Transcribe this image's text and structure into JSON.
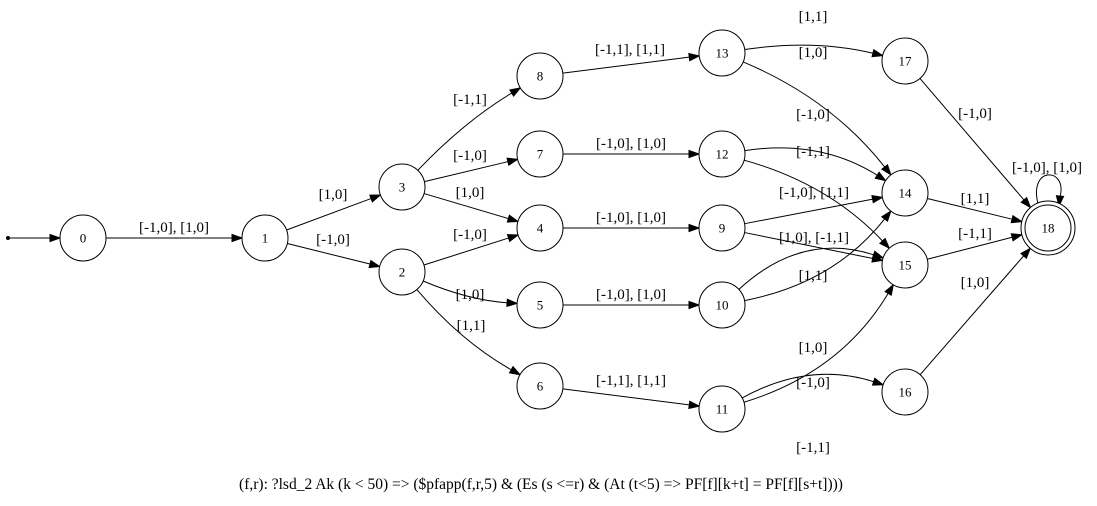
{
  "nodes": [
    {
      "id": "0",
      "label": "0"
    },
    {
      "id": "1",
      "label": "1"
    },
    {
      "id": "2",
      "label": "2"
    },
    {
      "id": "3",
      "label": "3"
    },
    {
      "id": "4",
      "label": "4"
    },
    {
      "id": "5",
      "label": "5"
    },
    {
      "id": "6",
      "label": "6"
    },
    {
      "id": "7",
      "label": "7"
    },
    {
      "id": "8",
      "label": "8"
    },
    {
      "id": "9",
      "label": "9"
    },
    {
      "id": "10",
      "label": "10"
    },
    {
      "id": "11",
      "label": "11"
    },
    {
      "id": "12",
      "label": "12"
    },
    {
      "id": "13",
      "label": "13"
    },
    {
      "id": "14",
      "label": "14"
    },
    {
      "id": "15",
      "label": "15"
    },
    {
      "id": "16",
      "label": "16"
    },
    {
      "id": "17",
      "label": "17"
    },
    {
      "id": "18",
      "label": "18",
      "accepting": true
    }
  ],
  "start_state": "0",
  "edges": [
    {
      "from": "0",
      "to": "1",
      "label": "[-1,0], [1,0]"
    },
    {
      "from": "1",
      "to": "3",
      "label": "[1,0]"
    },
    {
      "from": "1",
      "to": "2",
      "label": "[-1,0]"
    },
    {
      "from": "3",
      "to": "8",
      "label": "[-1,1]"
    },
    {
      "from": "3",
      "to": "7",
      "label": "[-1,0]"
    },
    {
      "from": "3",
      "to": "4",
      "label": "[1,0]"
    },
    {
      "from": "2",
      "to": "4",
      "label": "[-1,0]"
    },
    {
      "from": "2",
      "to": "5",
      "label": "[1,0]"
    },
    {
      "from": "2",
      "to": "6",
      "label": "[1,1]"
    },
    {
      "from": "8",
      "to": "13",
      "label": "[-1,1], [1,1]"
    },
    {
      "from": "7",
      "to": "12",
      "label": "[-1,0], [1,0]"
    },
    {
      "from": "4",
      "to": "9",
      "label": "[-1,0], [1,0]"
    },
    {
      "from": "5",
      "to": "10",
      "label": "[-1,0], [1,0]"
    },
    {
      "from": "6",
      "to": "11",
      "label": "[-1,1], [1,1]"
    },
    {
      "from": "13",
      "to": "17",
      "label": "[1,1]"
    },
    {
      "from": "13",
      "to": "14",
      "label": "[1,0]"
    },
    {
      "from": "12",
      "to": "14",
      "label": "[-1,0]"
    },
    {
      "from": "12",
      "to": "15",
      "label": "[-1,1]"
    },
    {
      "from": "9",
      "to": "14",
      "label": "[-1,0], [1,1]"
    },
    {
      "from": "9",
      "to": "15",
      "label": "[1,0], [-1,1]"
    },
    {
      "from": "10",
      "to": "14",
      "label": "[1,1]"
    },
    {
      "from": "10",
      "to": "15",
      "label": "[1,0]"
    },
    {
      "from": "11",
      "to": "15",
      "label": "[-1,0]"
    },
    {
      "from": "11",
      "to": "16",
      "label": "[-1,1]"
    },
    {
      "from": "17",
      "to": "18",
      "label": "[-1,0]"
    },
    {
      "from": "14",
      "to": "18",
      "label": "[1,1]"
    },
    {
      "from": "15",
      "to": "18",
      "label": "[-1,1]"
    },
    {
      "from": "16",
      "to": "18",
      "label": "[1,0]"
    },
    {
      "from": "18",
      "to": "18",
      "label": "[-1,0], [1,0]"
    }
  ],
  "caption": "(f,r): ?lsd_2 Ak (k < 50) => ($pfapp(f,r,5) & (Es (s <=r) & (At (t<5) => PF[f][k+t] = PF[f][s+t])))"
}
